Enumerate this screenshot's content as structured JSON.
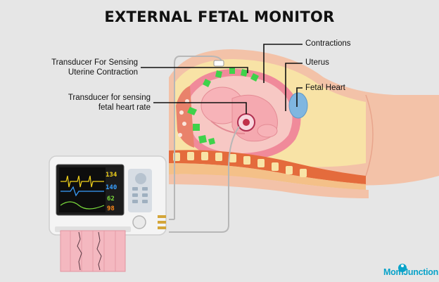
{
  "title": "EXTERNAL FETAL MONITOR",
  "labels": {
    "contractions": "Contractions",
    "uterus": "Uterus",
    "fetal_heart": "Fetal Heart",
    "transducer_uterine_line1": "Transducer For Sensing",
    "transducer_uterine_line2": "Uterine Contraction",
    "transducer_fhr_line1": "Transducer for sensing",
    "transducer_fhr_line2": "fetal heart rate"
  },
  "monitor": {
    "readings": [
      "134",
      "140",
      "62",
      "98"
    ],
    "reading_colors": [
      "#f2d21b",
      "#3aa0ff",
      "#7bdc3c",
      "#ff8a1a"
    ]
  },
  "brand": {
    "name": "MomJunction"
  },
  "colors": {
    "arrow": "#3fd24a",
    "leader_line": "#111111",
    "uterus_wall": "#f08a9a",
    "fetus": "#f7b3b8",
    "spine": "#e46b3c",
    "skin": "#f7c9b0",
    "brand": "#0aa3c9"
  },
  "icons": [
    "arrow-icon",
    "momjunction-logo-icon"
  ]
}
